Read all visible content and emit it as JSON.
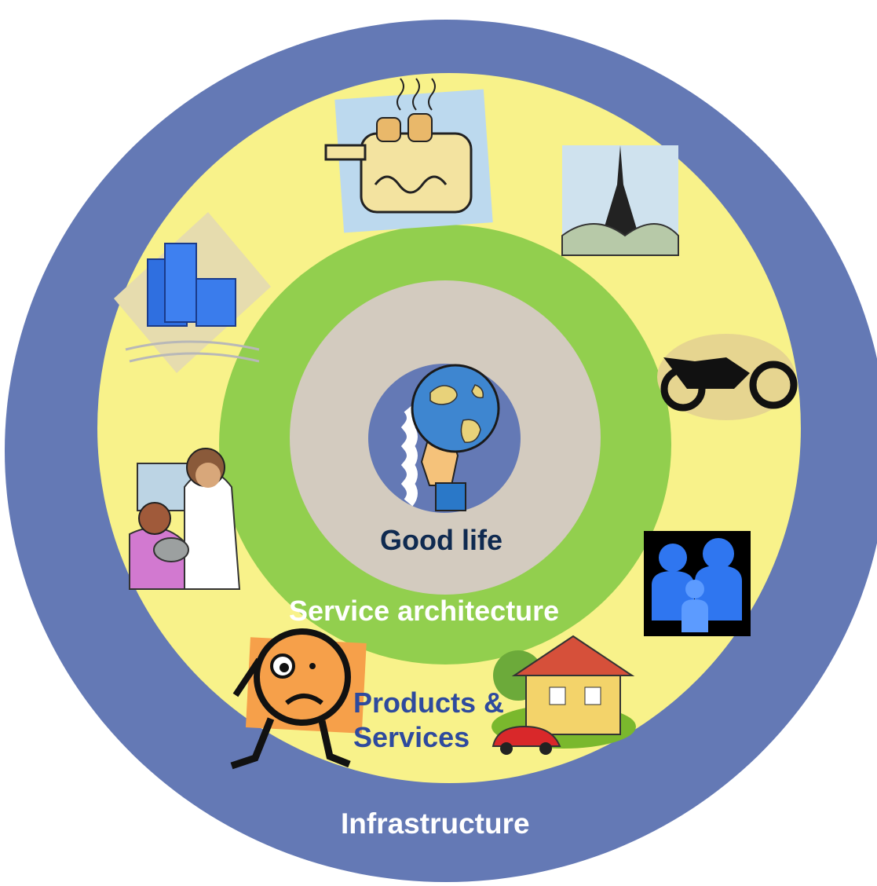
{
  "rings": [
    {
      "name": "Infrastructure",
      "color": "#6479b5"
    },
    {
      "name": "Products & Services",
      "color": "#f8f28a"
    },
    {
      "name": "Service architecture",
      "color": "#92cf4e"
    },
    {
      "name": "Good life",
      "color": "#d3cbbf"
    }
  ],
  "labels": {
    "good_life": "Good life",
    "service_architecture": "Service architecture",
    "products_line1": "Products &",
    "products_line2": "Services",
    "infrastructure": "Infrastructure"
  },
  "clipart": [
    "globe-atlas-icon",
    "toaster-icon",
    "eiffel-tower-icon",
    "motorcycle-icon",
    "family-icon",
    "house-car-icon",
    "worried-face-icon",
    "vet-clinic-icon",
    "office-building-icon"
  ]
}
